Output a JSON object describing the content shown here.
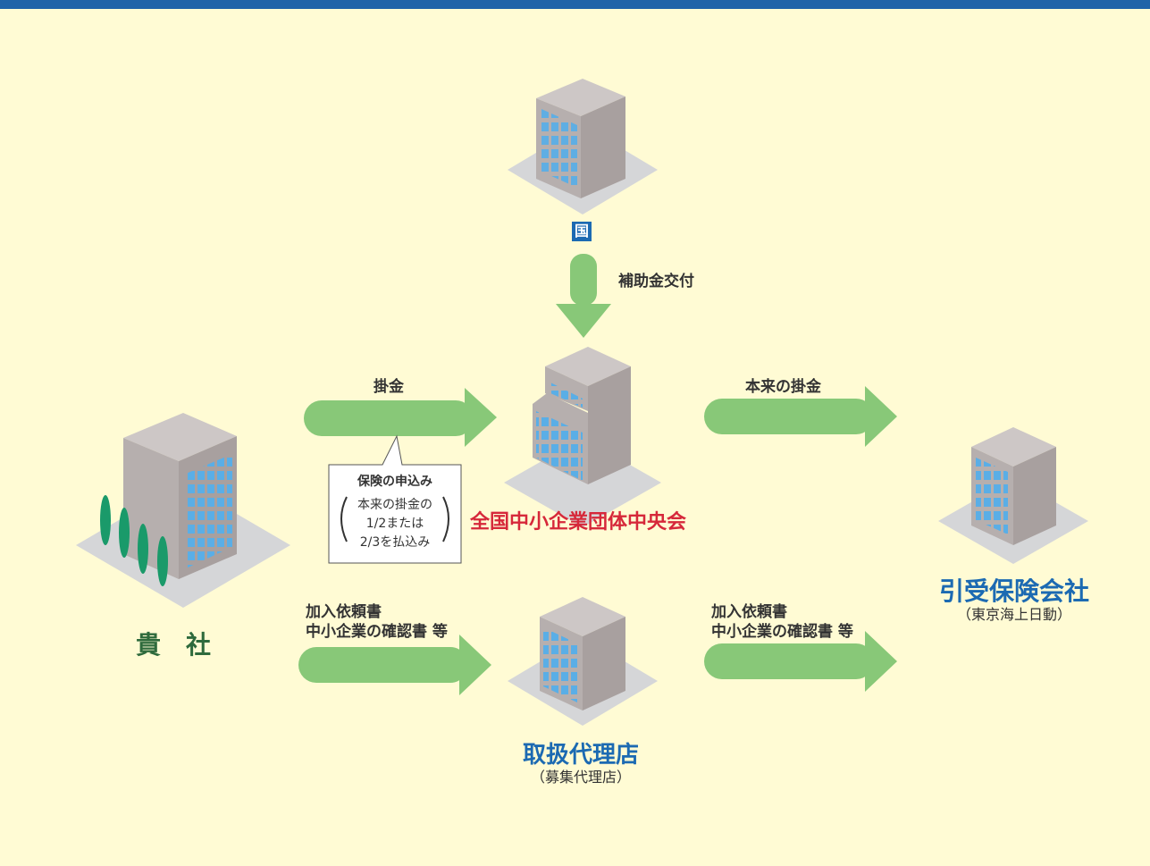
{
  "nodes": {
    "kuni": "国",
    "central": "全国中小企業団体中央会",
    "company": "貴　社",
    "insurer": "引受保険会社",
    "insurer_sub": "（東京海上日動）",
    "agent": "取扱代理店",
    "agent_sub": "（募集代理店）"
  },
  "arrows": {
    "subsidy": "補助金交付",
    "premium": "掛金",
    "original_premium": "本来の掛金",
    "application_left_1": "加入依頼書",
    "application_left_2": "中小企業の確認書 等",
    "application_right_1": "加入依頼書",
    "application_right_2": "中小企業の確認書 等"
  },
  "callout": {
    "title": "保険の申込み",
    "line1": "本来の掛金の",
    "line2": "1/2または",
    "line3": "2/3を払込み"
  },
  "colors": {
    "background": "#fffbd4",
    "arrow": "#88c878",
    "blue_label": "#1c6ab2",
    "red_label": "#d6283a",
    "green_label": "#2e6a3c",
    "building_window": "#5aaee6",
    "tree": "#1a9a6a"
  }
}
